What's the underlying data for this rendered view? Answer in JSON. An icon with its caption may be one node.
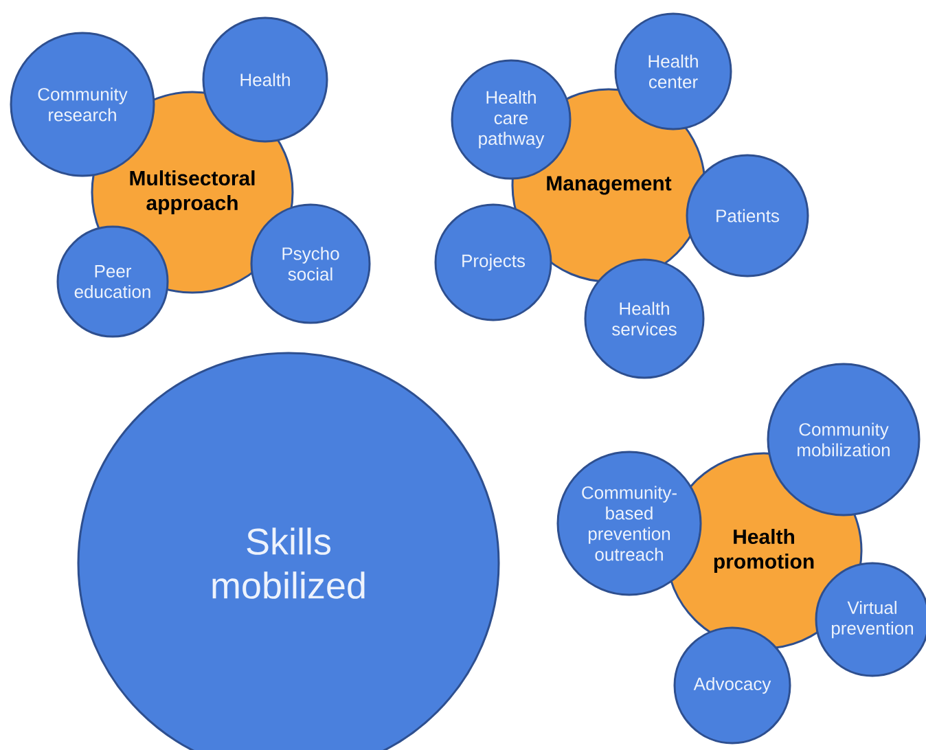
{
  "diagram": {
    "nodes": [
      {
        "text": [
          "Multisectoral approach"
        ]
      },
      {
        "text": [
          "Community research"
        ]
      },
      {
        "text": [
          "Health"
        ]
      },
      {
        "text": [
          "Peer education"
        ]
      },
      {
        "text": [
          "Psycho social"
        ]
      },
      {
        "text": [
          "Management"
        ]
      },
      {
        "text": [
          "Health care pathway"
        ]
      },
      {
        "text": [
          "Health center"
        ]
      },
      {
        "text": [
          "Patients"
        ]
      },
      {
        "text": [
          "Projects"
        ]
      },
      {
        "text": [
          "Health services"
        ]
      },
      {
        "text": [
          "Health promotion"
        ]
      },
      {
        "text": [
          "Community mobilization"
        ]
      },
      {
        "text": [
          "Community-based prevention outreach"
        ]
      },
      {
        "text": [
          "Virtual prevention"
        ]
      },
      {
        "text": [
          "Advocacy"
        ]
      },
      {
        "text": [
          "Skills mobilized"
        ]
      }
    ]
  }
}
